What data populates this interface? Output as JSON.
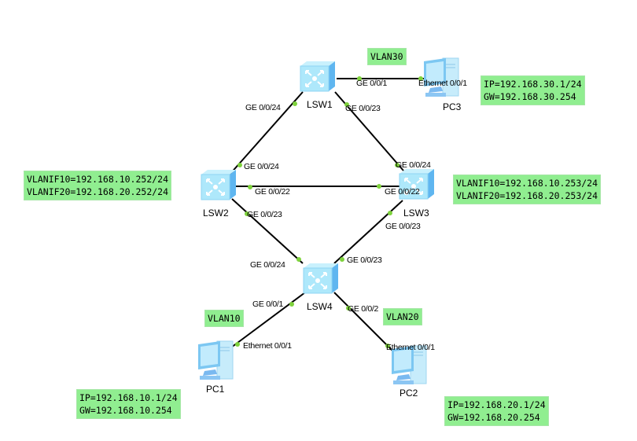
{
  "devices": {
    "lsw1": {
      "name": "LSW1",
      "type": "switch-icon"
    },
    "lsw2": {
      "name": "LSW2",
      "type": "switch-icon"
    },
    "lsw3": {
      "name": "LSW3",
      "type": "switch-icon"
    },
    "lsw4": {
      "name": "LSW4",
      "type": "switch-icon"
    },
    "pc1": {
      "name": "PC1",
      "type": "pc-icon"
    },
    "pc2": {
      "name": "PC2",
      "type": "pc-icon"
    },
    "pc3": {
      "name": "PC3",
      "type": "pc-icon"
    }
  },
  "ports": {
    "lsw1_pc3": "GE 0/0/1",
    "pc3_eth": "Ethernet 0/0/1",
    "lsw1_lsw2": "GE 0/0/24",
    "lsw1_lsw3": "GE 0/0/23",
    "lsw2_lsw1": "GE 0/0/24",
    "lsw3_lsw1": "GE 0/0/24",
    "lsw2_lsw3": "GE 0/0/22",
    "lsw3_lsw2": "GE 0/0/22",
    "lsw2_lsw4": "GE 0/0/23",
    "lsw3_lsw4": "GE 0/0/23",
    "lsw4_lsw2": "GE 0/0/24",
    "lsw4_lsw3": "GE 0/0/23",
    "lsw4_pc1": "GE 0/0/1",
    "lsw4_pc2": "GE 0/0/2",
    "pc1_eth": "Ethernet 0/0/1",
    "pc2_eth": "Ethernet 0/0/1"
  },
  "notes": {
    "vlan30": "VLAN30",
    "vlan10": "VLAN10",
    "vlan20": "VLAN20",
    "pc3_ip": "IP=192.168.30.1/24\nGW=192.168.30.254",
    "lsw2_vlanif": "VLANIF10=192.168.10.252/24\nVLANIF20=192.168.20.252/24",
    "lsw3_vlanif": "VLANIF10=192.168.10.253/24\nVLANIF20=192.168.20.253/24",
    "pc1_ip": "IP=192.168.10.1/24\nGW=192.168.10.254",
    "pc2_ip": "IP=192.168.20.1/24\nGW=192.168.20.254"
  },
  "colors": {
    "note_bg": "#90ee90",
    "port_dot": "#7ed23c",
    "link": "#000000",
    "switch_face": "#aee8fb",
    "switch_side": "#5fb6f0"
  }
}
